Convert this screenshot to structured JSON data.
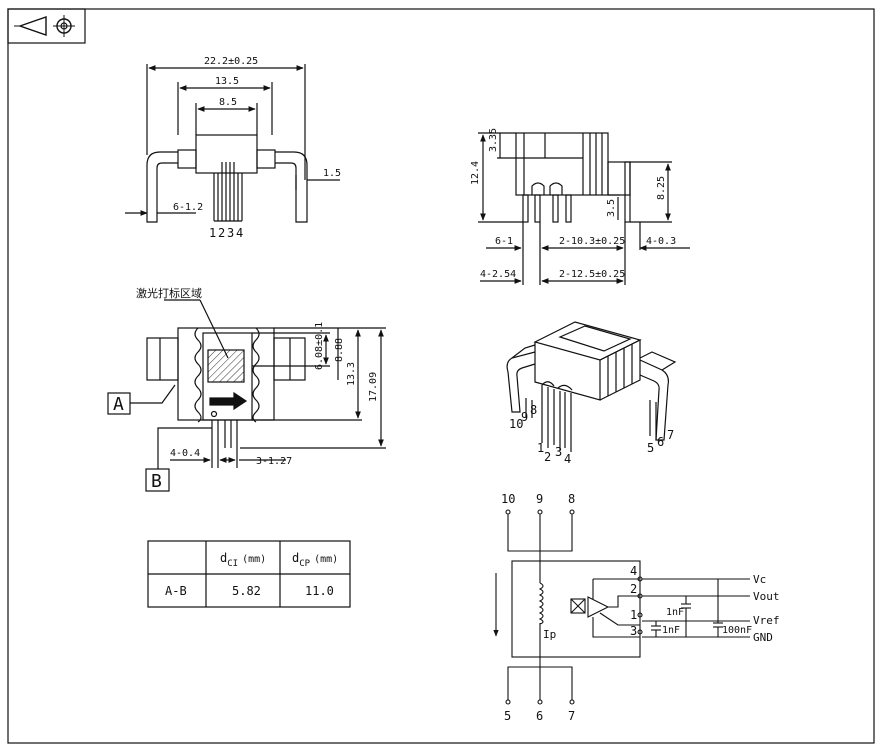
{
  "symbol": {
    "projection": "first-angle-projection-icon"
  },
  "top_view": {
    "dim_overall": "22.2±0.25",
    "dim_body": "13.5",
    "dim_inner": "8.5",
    "dim_pin_thk": "1.5",
    "dim_pin_width": "6-1.2",
    "pin_numbers": [
      "1",
      "2",
      "3",
      "4"
    ]
  },
  "side_view": {
    "dim_height": "12.4",
    "dim_top": "3.35",
    "dim_right": "8.25",
    "dim_step": "3.5",
    "dim_pin_w": "6-1",
    "dim_pitch1": "2-10.3±0.25",
    "dim_right_pin": "4-0.3",
    "dim_left_pin": "4-2.54",
    "dim_pitch2": "2-12.5±0.25"
  },
  "front_view": {
    "laser_label": "激光打标区域",
    "dim_mark": "6.08±0.1",
    "dim_window": "8.88",
    "dim_body_h": "13.3",
    "dim_total_h": "17.09",
    "dim_pin_d": "4-0.4",
    "dim_pin_pitch": "3-1.27",
    "label_a": "A",
    "label_b": "B"
  },
  "iso_view": {
    "pin_numbers": [
      "10",
      "9",
      "8",
      "1",
      "2",
      "3",
      "4",
      "5",
      "6",
      "7"
    ]
  },
  "clearance_table": {
    "header_1": "d",
    "header_1_sub": "CI",
    "header_1_unit": "(mm)",
    "header_2": "d",
    "header_2_sub": "CP",
    "header_2_unit": "(mm)",
    "row_label": "A-B",
    "value_ci": "5.82",
    "value_cp": "11.0"
  },
  "schematic": {
    "top_pins": [
      "10",
      "9",
      "8"
    ],
    "bottom_pins": [
      "5",
      "6",
      "7"
    ],
    "ic_pins": [
      "4",
      "2",
      "1",
      "3"
    ],
    "signals": [
      "Vc",
      "Vout",
      "Vref",
      "GND"
    ],
    "cap_1": "1nF",
    "cap_2": "1nF",
    "cap_3": "100nF",
    "current_label": "Ip"
  }
}
